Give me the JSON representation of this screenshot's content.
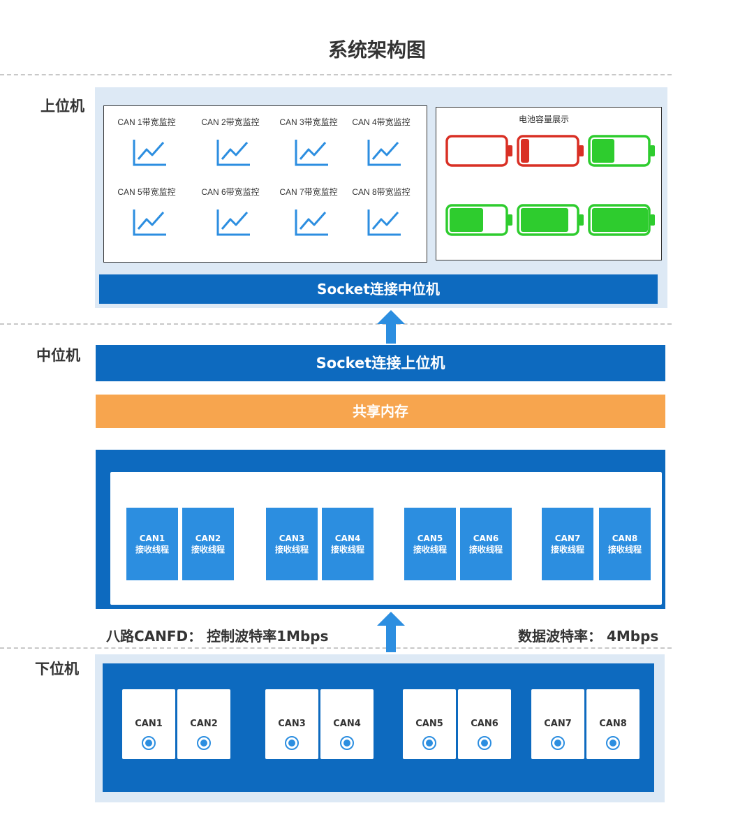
{
  "title": "系统架构图",
  "tiers": {
    "upper": "上位机",
    "middle": "中位机",
    "lower": "下位机"
  },
  "monitors": [
    "CAN 1带宽监控",
    "CAN 2带宽监控",
    "CAN 3带宽监控",
    "CAN 4带宽监控",
    "CAN 5带宽监控",
    "CAN 6带宽监控",
    "CAN 7带宽监控",
    "CAN 8带宽监控"
  ],
  "battery_panel": {
    "title": "电池容量展示",
    "levels": [
      0.0,
      0.15,
      0.4,
      0.6,
      0.85,
      1.0
    ],
    "colors": [
      "#d93025",
      "#d93025",
      "#2ecc2e",
      "#2ecc2e",
      "#2ecc2e",
      "#2ecc2e"
    ]
  },
  "bars": {
    "socket_to_middle": "Socket连接中位机",
    "socket_to_upper": "Socket连接上位机",
    "shared_memory": "共享内存"
  },
  "threads": [
    {
      "name": "CAN1",
      "sub": "接收线程"
    },
    {
      "name": "CAN2",
      "sub": "接收线程"
    },
    {
      "name": "CAN3",
      "sub": "接收线程"
    },
    {
      "name": "CAN4",
      "sub": "接收线程"
    },
    {
      "name": "CAN5",
      "sub": "接收线程"
    },
    {
      "name": "CAN6",
      "sub": "接收线程"
    },
    {
      "name": "CAN7",
      "sub": "接收线程"
    },
    {
      "name": "CAN8",
      "sub": "接收线程"
    }
  ],
  "bus_info": {
    "left": "八路CANFD： 控制波特率1Mbps",
    "right": "数据波特率： 4Mbps"
  },
  "ports": [
    "CAN1",
    "CAN2",
    "CAN3",
    "CAN4",
    "CAN5",
    "CAN6",
    "CAN7",
    "CAN8"
  ],
  "colors": {
    "primary_blue": "#0d6abf",
    "thread_blue": "#2c8ee0",
    "orange": "#f7a54e",
    "panel_light": "#dde9f5"
  }
}
